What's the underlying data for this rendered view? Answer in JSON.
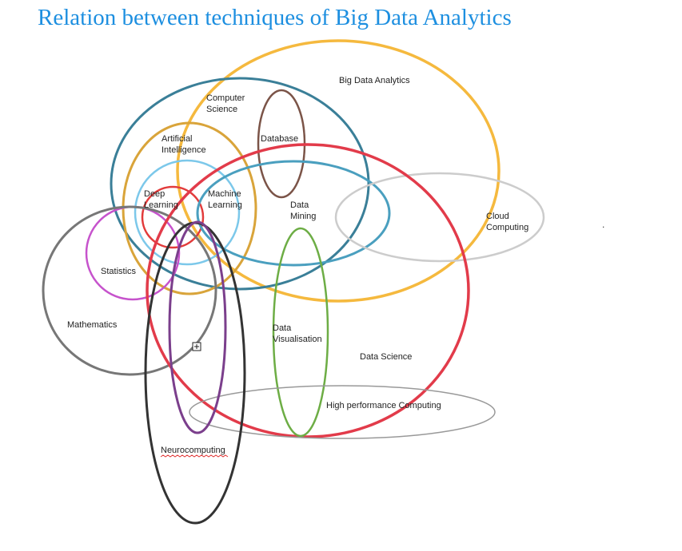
{
  "title": "Relation between techniques of Big Data Analytics",
  "sets": [
    {
      "id": "big-data-analytics",
      "lines": [
        "Big Data Analytics"
      ],
      "color": "#f5b93e"
    },
    {
      "id": "computer-science",
      "lines": [
        "Computer",
        "Science"
      ],
      "color": "#3a7f98"
    },
    {
      "id": "database",
      "lines": [
        "Database"
      ],
      "color": "#7b5448"
    },
    {
      "id": "artificial-intelligence",
      "lines": [
        "Artificial",
        "Intelligence"
      ],
      "color": "#d9a43a"
    },
    {
      "id": "machine-learning",
      "lines": [
        "Machine",
        "Learning"
      ],
      "color": "#7cc8ea"
    },
    {
      "id": "deep-learning",
      "lines": [
        "Deep",
        "Learning"
      ],
      "color": "#e23b3b"
    },
    {
      "id": "data-mining",
      "lines": [
        "Data",
        "Mining"
      ],
      "color": "#4a9fbf"
    },
    {
      "id": "cloud-computing",
      "lines": [
        "Cloud",
        "Computing"
      ],
      "color": "#cccccc"
    },
    {
      "id": "statistics",
      "lines": [
        "Statistics"
      ],
      "color": "#c653cc"
    },
    {
      "id": "mathematics",
      "lines": [
        "Mathematics"
      ],
      "color": "#777777"
    },
    {
      "id": "data-science",
      "lines": [
        "Data Science"
      ],
      "color": "#e23b4a"
    },
    {
      "id": "data-visualisation",
      "lines": [
        "Data",
        "Visualisation"
      ],
      "color": "#6dad45"
    },
    {
      "id": "high-performance-computing",
      "lines": [
        "High performance Computing"
      ],
      "color": "#999999"
    },
    {
      "id": "neurocomputing",
      "lines": [
        "Neurocomputing"
      ],
      "color": "#333333"
    },
    {
      "id": "neuro-purple",
      "lines": [],
      "color": "#7b3f8c"
    }
  ],
  "marks": {
    "dot": "."
  }
}
